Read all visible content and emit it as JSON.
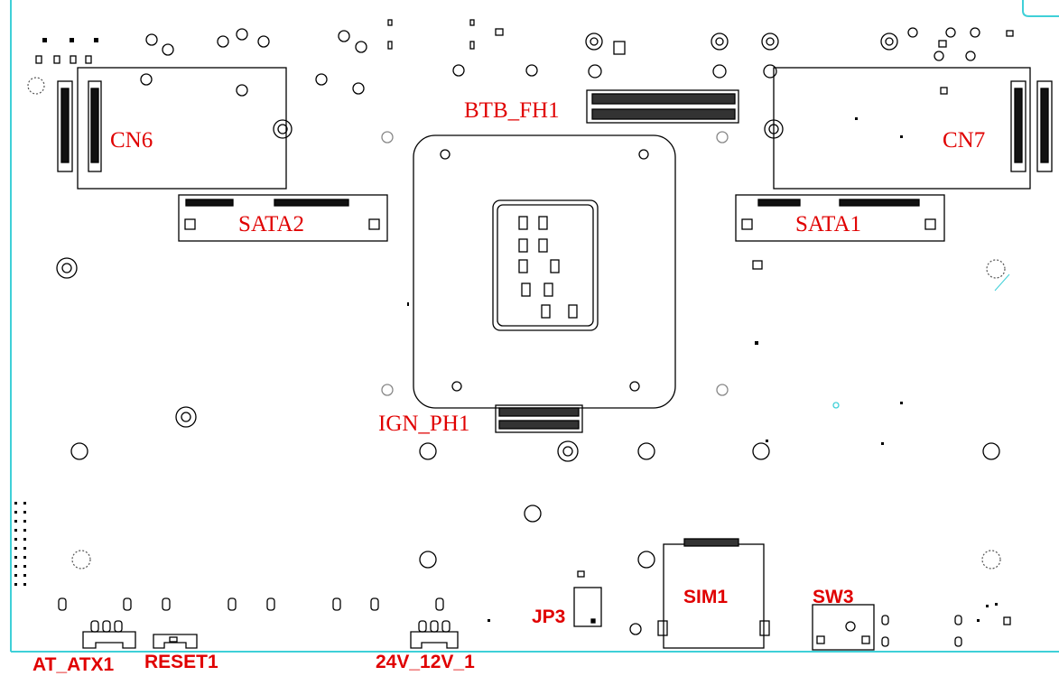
{
  "colors": {
    "outline": "#000000",
    "board_edge": "#3fd0d8",
    "label": "#e00000",
    "hole_fill": "#ffffff",
    "mount_hole": "#bdbdbd"
  },
  "labels": {
    "cn6": "CN6",
    "cn7": "CN7",
    "sata2": "SATA2",
    "sata1": "SATA1",
    "btb_fh1": "BTB_FH1",
    "ign_ph1": "IGN_PH1",
    "sim1": "SIM1",
    "sw3": "SW3",
    "jp3": "JP3",
    "at_atx1": "AT_ATX1",
    "reset1": "RESET1",
    "v24_12_1": "24V_12V_1"
  }
}
